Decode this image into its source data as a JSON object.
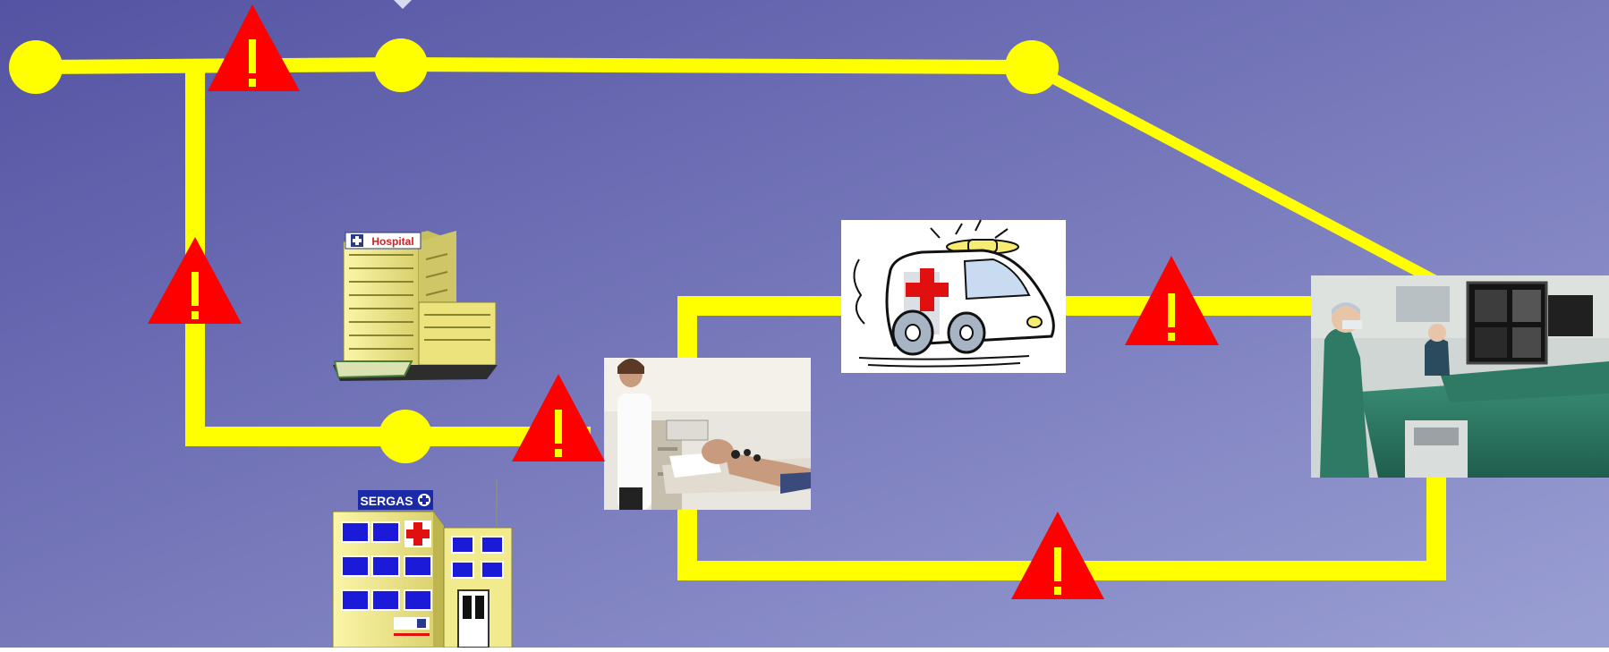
{
  "colors": {
    "background_start": "#5453a3",
    "background_end": "#9a9fd3",
    "route": "#ffff00",
    "warning_fill": "#ff0000",
    "warning_mark": "#ffff00"
  },
  "labels": {
    "hospital_sign": "Hospital",
    "health_center_sign": "SERGAS"
  },
  "icons": {
    "hospital": "hospital-building-icon",
    "health_center": "health-center-building-icon",
    "ecg": "ecg-exam-photo",
    "ambulance": "ambulance-icon",
    "cath_lab": "catheterization-lab-photo",
    "warning": "warning-triangle-icon"
  },
  "warning_symbol": "!"
}
